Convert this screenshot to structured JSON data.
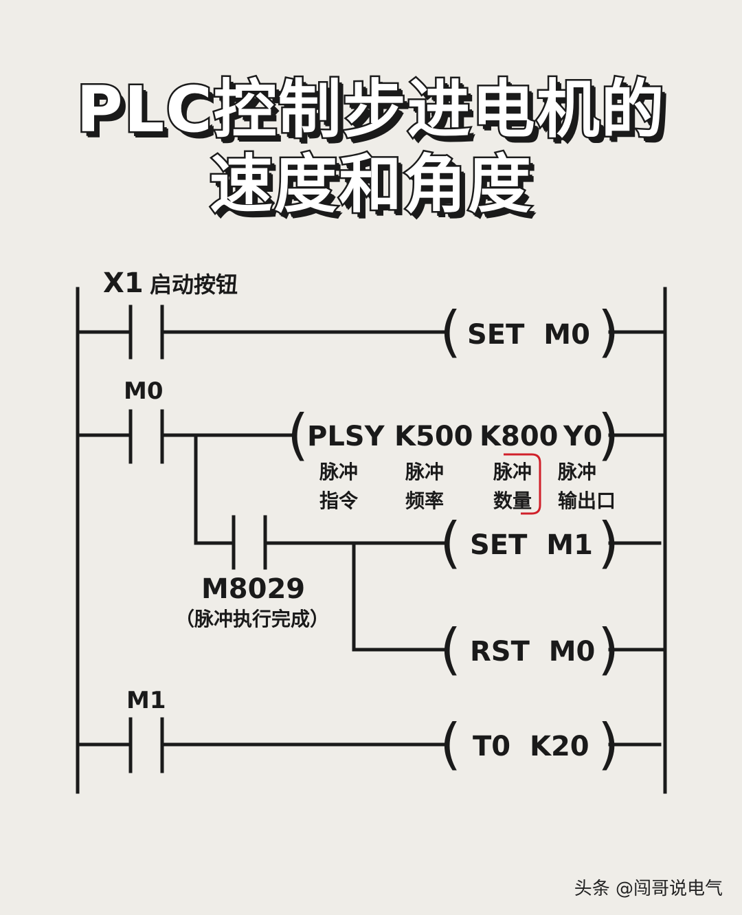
{
  "title": {
    "line1": "PLC控制步进电机的",
    "line2": "速度和角度"
  },
  "rungs": {
    "r1": {
      "contact_label": "X1",
      "contact_note": "启动按钮",
      "coil": "SET  M0"
    },
    "r2": {
      "contact_label": "M0",
      "instruction": {
        "op": "PLSY",
        "k1": "K500",
        "k2": "K800",
        "out": "Y0"
      },
      "annotations": [
        {
          "line1": "脉冲",
          "line2": "指令"
        },
        {
          "line1": "脉冲",
          "line2": "频率"
        },
        {
          "line1": "脉冲",
          "line2": "数量"
        },
        {
          "line1": "脉冲",
          "line2": "输出口"
        }
      ],
      "branch_contact_label": "M8029",
      "branch_contact_note": "（脉冲执行完成）",
      "coil_a": "SET  M1",
      "coil_b": "RST  M0"
    },
    "r3": {
      "contact_label": "M1",
      "coil": "T0  K20"
    }
  },
  "colors": {
    "line": "#1a1a1a",
    "highlight": "#d0202a",
    "background": "#efede8"
  },
  "footer": "头条 @闯哥说电气"
}
